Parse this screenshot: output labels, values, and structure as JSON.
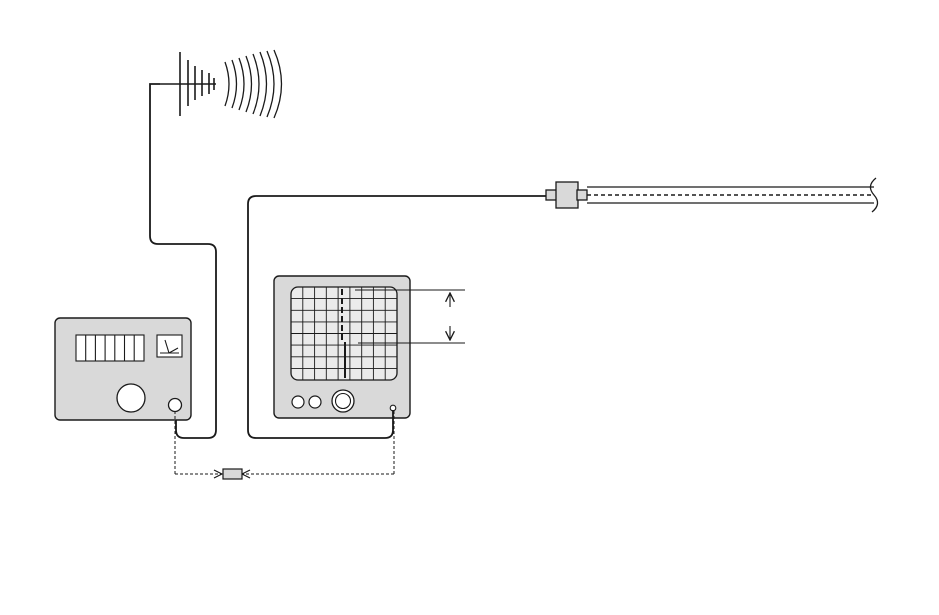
{
  "diagram": {
    "components": [
      {
        "id": "antenna",
        "icon": "yagi-antenna-icon"
      },
      {
        "id": "radio-waves",
        "icon": "radio-waves-icon"
      },
      {
        "id": "signal-generator",
        "icon": "signal-generator-icon"
      },
      {
        "id": "oscilloscope",
        "icon": "oscilloscope-icon"
      },
      {
        "id": "coax-connector",
        "icon": "coax-connector-icon"
      },
      {
        "id": "coaxial-cable",
        "icon": "coaxial-cable-icon"
      },
      {
        "id": "link-connector",
        "icon": "dashed-link-icon"
      }
    ],
    "colors": {
      "stroke": "#1a1a1a",
      "panel_fill": "#d9d9d9",
      "screen_fill": "#ebebeb",
      "background": "#ffffff"
    }
  }
}
